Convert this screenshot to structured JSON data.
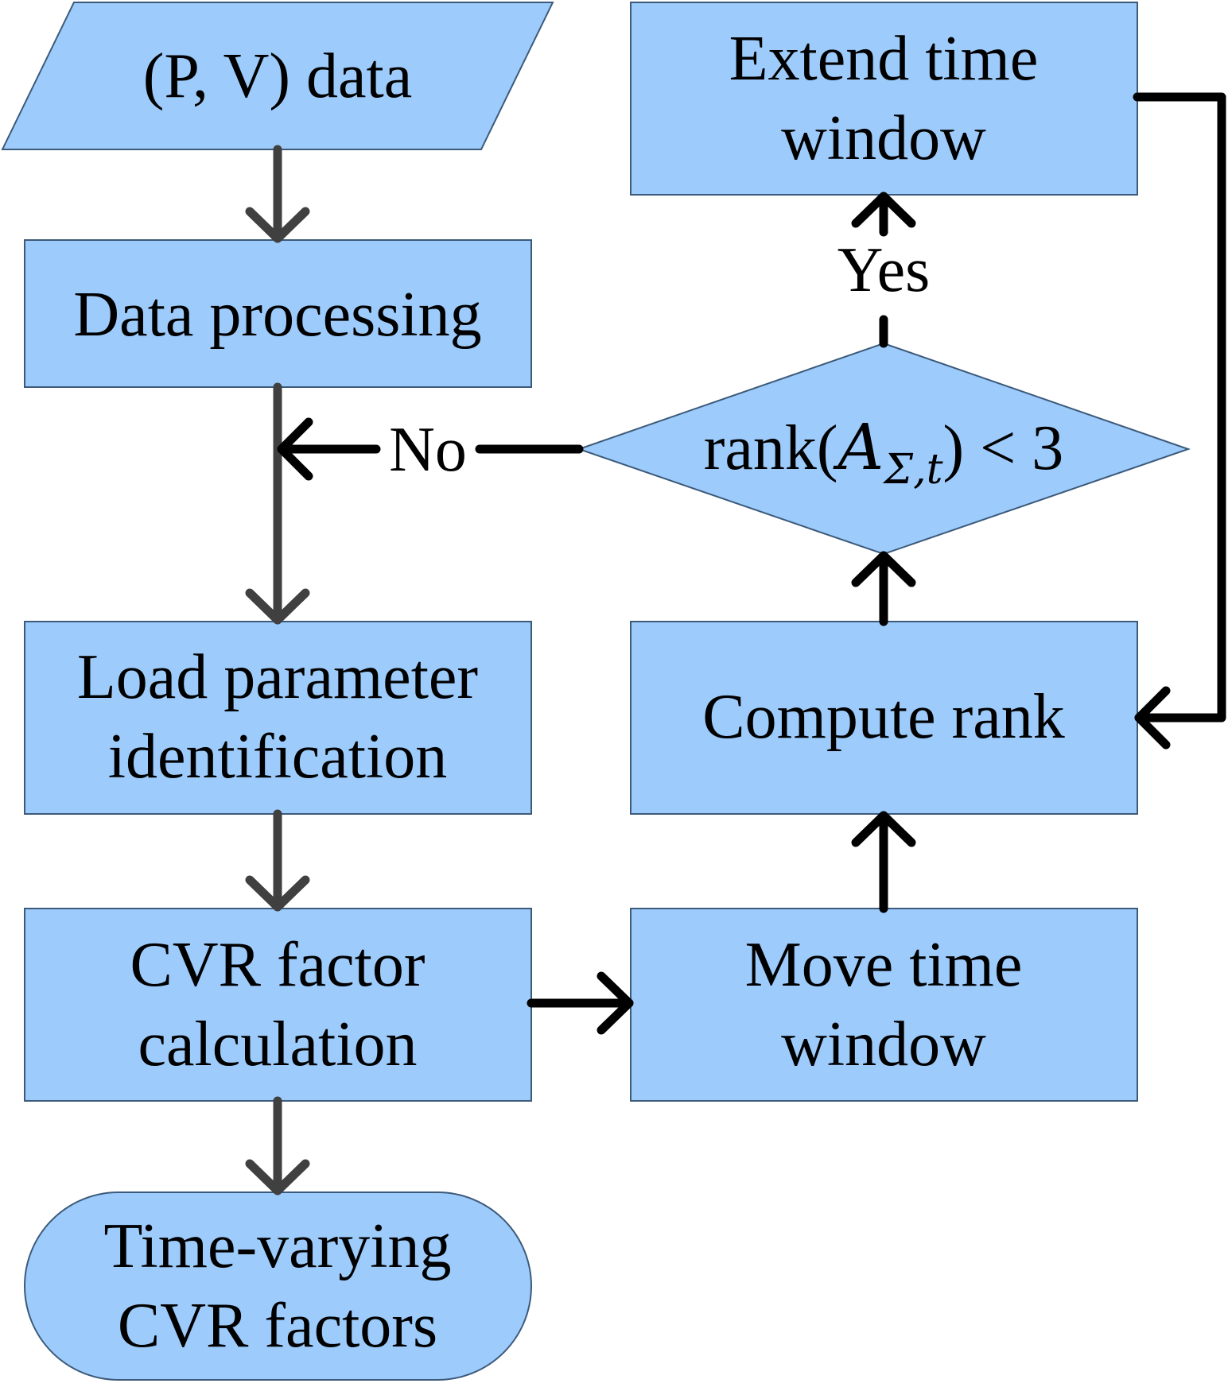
{
  "nodes": {
    "pv_data": {
      "label": "(P, V) data"
    },
    "data_processing": {
      "label": "Data processing"
    },
    "load_param": {
      "line1": "Load parameter",
      "line2": "identification"
    },
    "cvr_calc": {
      "line1": "CVR factor",
      "line2": "calculation"
    },
    "time_varying": {
      "line1": "Time-varying",
      "line2": "CVR factors"
    },
    "extend_window": {
      "line1": "Extend time",
      "line2": "window"
    },
    "decision": {
      "prefix": "rank(",
      "symbol": "A",
      "subscript": "Σ,t",
      "suffix": ") < 3"
    },
    "compute_rank": {
      "label": "Compute rank"
    },
    "move_window": {
      "line1": "Move time",
      "line2": "window"
    }
  },
  "edges": {
    "yes_label": "Yes",
    "no_label": "No"
  },
  "colors": {
    "node_fill": "#9DCBFB",
    "node_stroke": "#3C5A7A",
    "main_flow": "#404040",
    "loop_flow": "#000000"
  }
}
